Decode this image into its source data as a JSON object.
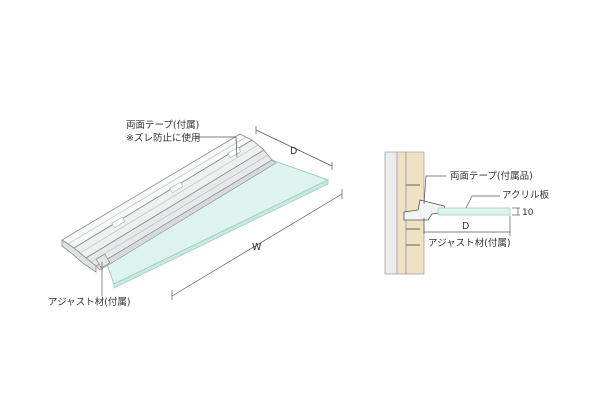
{
  "colors": {
    "acrylic_fill": "#dff3ee",
    "acrylic_edge": "#9fcfc4",
    "rail": "#f4f6f6",
    "wall": "#ececec",
    "wood": "#efe2c4",
    "line": "#6e6e6e"
  },
  "left_view": {
    "tape_label_1": "両面テープ(付属)",
    "tape_label_2": "※ズレ防止に使用",
    "adjust_label": "アジャスト材(付属)",
    "dim_depth": "D",
    "dim_width": "W"
  },
  "right_view": {
    "tape_label": "両面テープ(付属品)",
    "acrylic_label": "アクリル板",
    "thickness_label": "10",
    "dim_depth": "D",
    "adjust_label": "アジャスト材(付属)"
  }
}
